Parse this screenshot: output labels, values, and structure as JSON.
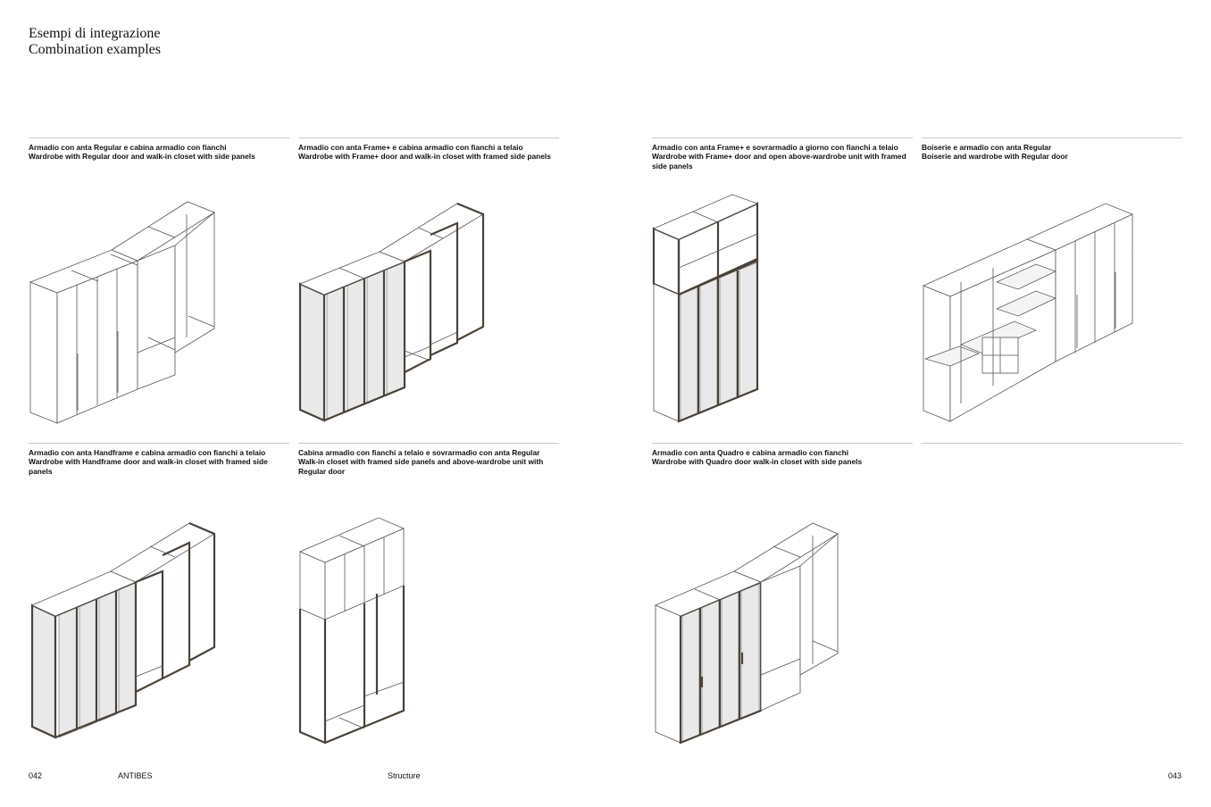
{
  "header": {
    "title_it": "Esempi di integrazione",
    "title_en": "Combination examples"
  },
  "examples": [
    {
      "caption_it": "Armadio con anta Regular e cabina armadio con fianchi",
      "caption_en": "Wardrobe with Regular door and walk-in closet with side panels"
    },
    {
      "caption_it": "Armadio con anta Frame+ e cabina armadio con fianchi a telaio",
      "caption_en": "Wardrobe with Frame+ door and walk-in closet with framed side panels"
    },
    {
      "caption_it": "Armadio con anta Frame+ e sovrarmadio a giorno con fianchi a telaio",
      "caption_en": "Wardrobe with Frame+ door and open above-wardrobe unit with framed side panels"
    },
    {
      "caption_it": "Boiserie e armadio con anta Regular",
      "caption_en": "Boiserie and wardrobe with Regular door"
    },
    {
      "caption_it": "Armadio con anta Handframe e cabina armadio con fianchi a telaio",
      "caption_en": "Wardrobe with Handframe door and walk-in closet with framed side panels"
    },
    {
      "caption_it": "Cabina armadio con fianchi a telaio e sovrarmadio con anta Regular",
      "caption_en": "Walk-in closet with framed side panels and above-wardrobe unit with Regular door"
    },
    {
      "caption_it": "Armadio con anta Quadro e cabina armadio con fianchi",
      "caption_en": "Wardrobe with Quadro door walk-in closet with side panels"
    }
  ],
  "footer": {
    "page_left": "042",
    "collection": "ANTIBES",
    "section": "Structure",
    "page_right": "043"
  }
}
